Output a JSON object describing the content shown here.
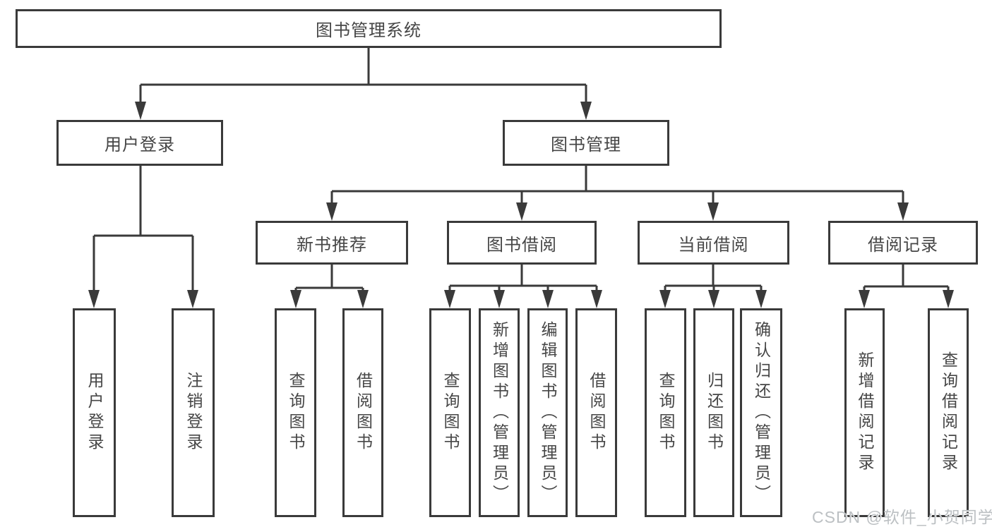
{
  "diagram_title": "图书管理系统",
  "tree": {
    "root": {
      "label": "图书管理系统"
    },
    "user_login": {
      "label": "用户登录",
      "children": [
        {
          "label": "用户登录"
        },
        {
          "label": "注销登录"
        }
      ]
    },
    "book_mgmt": {
      "label": "图书管理",
      "sections": {
        "new_books": {
          "label": "新书推荐",
          "children": [
            {
              "label": "查询图书"
            },
            {
              "label": "借阅图书"
            }
          ]
        },
        "book_borrow": {
          "label": "图书借阅",
          "children": [
            {
              "label": "查询图书"
            },
            {
              "label": "新增图书（管理员）"
            },
            {
              "label": "编辑图书（管理员）"
            },
            {
              "label": "借阅图书"
            }
          ]
        },
        "current_borrow": {
          "label": "当前借阅",
          "children": [
            {
              "label": "查询图书"
            },
            {
              "label": "归还图书"
            },
            {
              "label": "确认归还（管理员）"
            }
          ]
        },
        "borrow_records": {
          "label": "借阅记录",
          "children": [
            {
              "label": "新增借阅记录"
            },
            {
              "label": "查询借阅记录"
            }
          ]
        }
      }
    }
  },
  "watermark": {
    "text": "CSDN @软件_小贺同学"
  },
  "colors": {
    "line": "#3a3a3a",
    "text": "#464646",
    "background": "#ffffff",
    "watermark": "#bcc0c3"
  }
}
